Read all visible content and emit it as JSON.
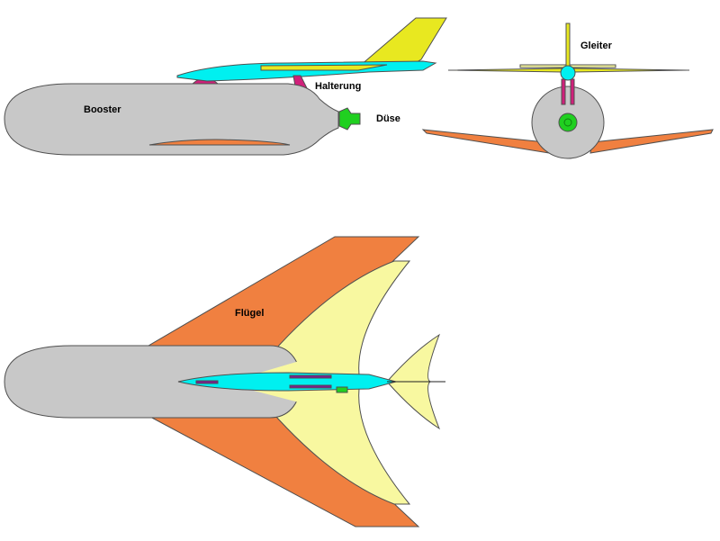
{
  "labels": {
    "booster": "Booster",
    "halterung": "Halterung",
    "duese": "Düse",
    "gleiter": "Gleiter",
    "fluegel": "Flügel"
  },
  "colors": {
    "booster_body": "#c8c8c8",
    "booster_wing": "#f08040",
    "glider_fuselage": "#00f0f0",
    "glider_wing": "#f8f8a0",
    "glider_tail": "#e8e820",
    "mount": "#e0209a",
    "nozzle": "#20d020",
    "outline": "#404040"
  }
}
